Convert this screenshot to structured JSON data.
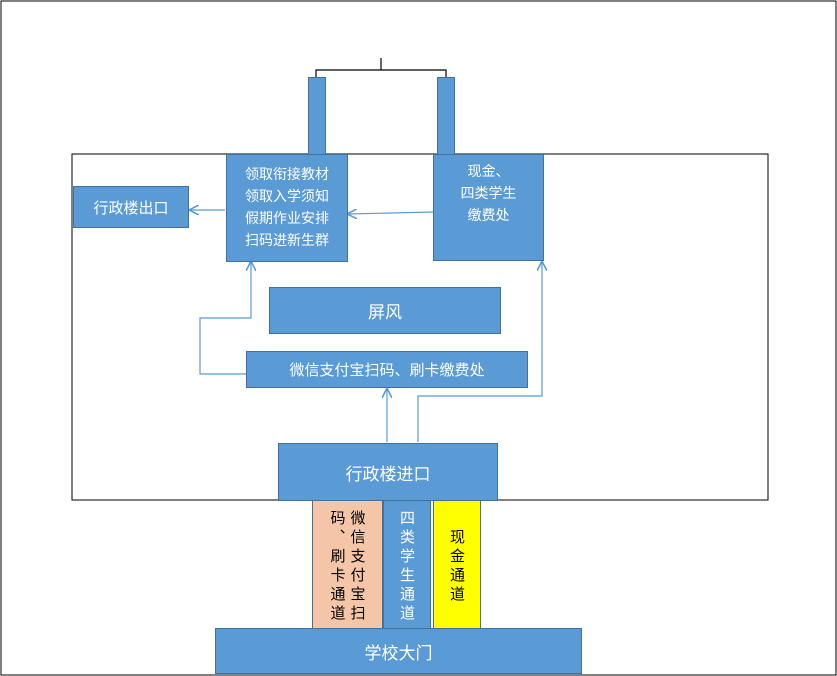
{
  "diagram": {
    "admin_exit": "行政楼出口",
    "pickup_station": {
      "lines": [
        "领取衔接教材",
        "领取入学须知",
        "假期作业安排",
        "扫码进新生群"
      ]
    },
    "cash_station": {
      "lines": [
        "现金、",
        "四类学生",
        "缴费处"
      ]
    },
    "screen": "屏风",
    "scan_pay_station": "微信支付宝扫码、刷卡缴费处",
    "admin_entrance": "行政楼进口",
    "lane_scan": "微信支付宝扫码、刷卡通道",
    "lane_four_types": "四类学生通道",
    "lane_cash": "现金通道",
    "school_gate": "学校大门",
    "colors": {
      "box_fill": "#5b9bd5",
      "box_border": "#41719c",
      "arrow": "#5b9bd5",
      "lane_scan_fill": "#f4c6a7",
      "lane_cash_fill": "#ffff00"
    }
  }
}
